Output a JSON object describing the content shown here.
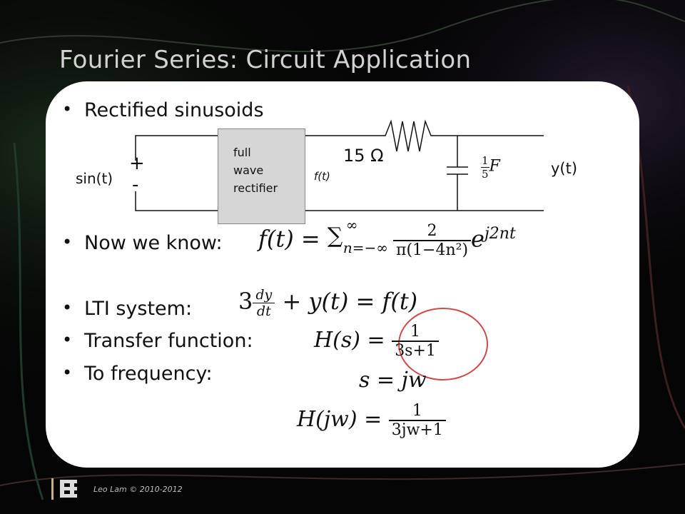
{
  "slide": {
    "title": "Fourier Series: Circuit Application",
    "bullets": [
      "Rectified sinusoids",
      "Now we know:",
      "LTI system:",
      "Transfer function:",
      "To frequency:"
    ],
    "footer": "Leo Lam © 2010-2012"
  },
  "circuit": {
    "source_label": "sin(t)",
    "plus": "+",
    "minus": "-",
    "box_lines": [
      "full",
      "wave",
      "rectifier"
    ],
    "ft_label": "f(t)",
    "resistor_label": "15 Ω",
    "cap_num": "1",
    "cap_den": "5",
    "cap_unit": "F",
    "output_label": "y(t)"
  },
  "equations": {
    "fourier_lhs": "f(t) =",
    "fourier_sum": "∑",
    "fourier_sup": "∞",
    "fourier_sub": "n=−∞",
    "fourier_num": "2",
    "fourier_den": "π(1−4n²)",
    "fourier_exp_base": "e",
    "fourier_exp": "j2nt",
    "lti_coef": "3",
    "lti_num": "dy",
    "lti_den": "dt",
    "lti_rest": "+ y(t) = f(t)",
    "tf_lhs": "H(s) =",
    "tf_num": "1",
    "tf_den": "3s+1",
    "subst": "s = jw",
    "hjw_lhs": "H(jw) =",
    "hjw_num": "1",
    "hjw_den": "3jw+1"
  },
  "colors": {
    "circle": "#d04a4a"
  }
}
